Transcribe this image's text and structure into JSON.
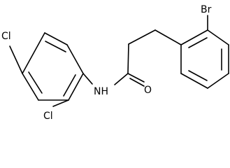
{
  "molecule": {
    "atoms": {
      "cl_top": "Cl",
      "cl_bottom": "Cl",
      "nh": "NH",
      "o": "O",
      "br": "Br"
    }
  }
}
